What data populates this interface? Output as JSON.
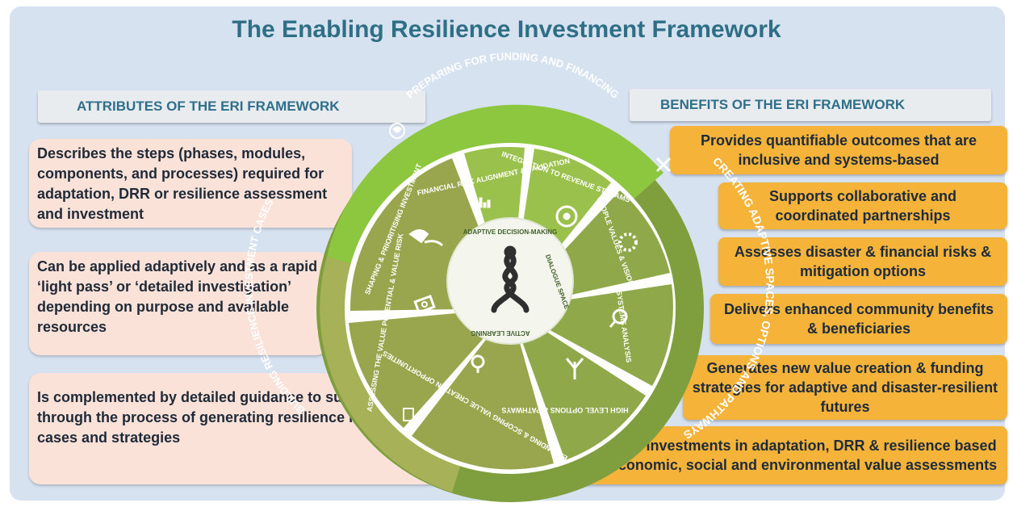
{
  "title": "The Enabling Resilience Investment Framework",
  "attributes": {
    "header": "ATTRIBUTES OF THE ERI FRAMEWORK",
    "items": [
      "Describes the steps (phases, modules, components, and processes) required for adaptation, DRR or resilience assessment and investment",
      "Can be applied adaptively and as a rapid ‘light pass’ or ‘detailed investigation’ depending on purpose and available resources",
      "Is complemented by detailed guidance to support users through the process of generating resilience investment cases and strategies"
    ]
  },
  "benefits": {
    "header": "BENEFITS OF THE ERI FRAMEWORK",
    "items": [
      "Provides quantifiable outcomes that are inclusive and systems-based",
      "Supports collaborative and coordinated partnerships",
      "Assesses disaster & financial risks & mitigation options",
      "Delivers enhanced community benefits & beneficiaries",
      "Generates new value creation & funding strategies for adaptive and disaster-resilient futures",
      "Informs investments in adaptation, DRR & resilience based on economic, social and environmental value assessments"
    ]
  },
  "wheel": {
    "ring_labels": {
      "top": "PREPARING FOR FUNDING AND FINANCING",
      "right": "CREATING ADAPTIVE SPACES, OPTIONS AND PATHWAYS",
      "left": "BUILDING RESILIENCE INVESTMENT CASES"
    },
    "segments": [
      "FINANCIAL RISK ALIGNMENT & VALIDATION",
      "INTEGRATION TO REVENUE STREAMS",
      "PEOPLE VALUES & VISION",
      "SYSTEMS ANALYSIS",
      "HIGH LEVEL OPTIONS & PATHWAYS",
      "EXPANDING & SCOPING VALUE CREATION OPPORTUNITIES",
      "ASSESSING THE VALUE POTENTIAL & VALUE RISK",
      "SHAPING & PRIORITISING INVESTMENT"
    ],
    "center_labels": [
      "ADAPTIVE DECISION-MAKING",
      "DIALOGUE SPACE",
      "ACTIVE LEARNING"
    ],
    "colors": {
      "top_band": "#8dc63f",
      "right_band": "#7f9f3f",
      "left_band": "#a7b157",
      "segment": "#8fa84a",
      "segment_light": "#99c14b",
      "center": "#f4f6ee"
    },
    "icons": [
      "bar-chart-icon",
      "target-icon",
      "dots-circle-icon",
      "magnifier-icon",
      "pathway-icon",
      "bulb-icon",
      "camera-icon",
      "hands-icon",
      "document-icon",
      "cross-arrows-icon",
      "heart-hands-icon",
      "helix-logo"
    ]
  }
}
